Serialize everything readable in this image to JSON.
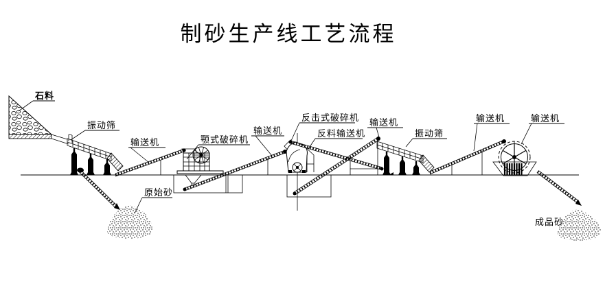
{
  "title": {
    "text": "制砂生产线工艺流程"
  },
  "labels": {
    "stone_material": "石料",
    "screen_left": "振动筛",
    "conveyor_1": "输送机",
    "jaw_crusher": "颚式破碎机",
    "conveyor_2": "输送机",
    "impact_crusher": "反击式破碎机",
    "return_conveyor": "反料输送机",
    "conveyor_3": "输送机",
    "screen_right": "振动筛",
    "conveyor_4": "输送机",
    "conveyor_5": "输送机",
    "raw_sand": "原始砂",
    "finished_sand": "成品砂"
  },
  "colors": {
    "ink": "#000000",
    "paper": "#ffffff"
  }
}
